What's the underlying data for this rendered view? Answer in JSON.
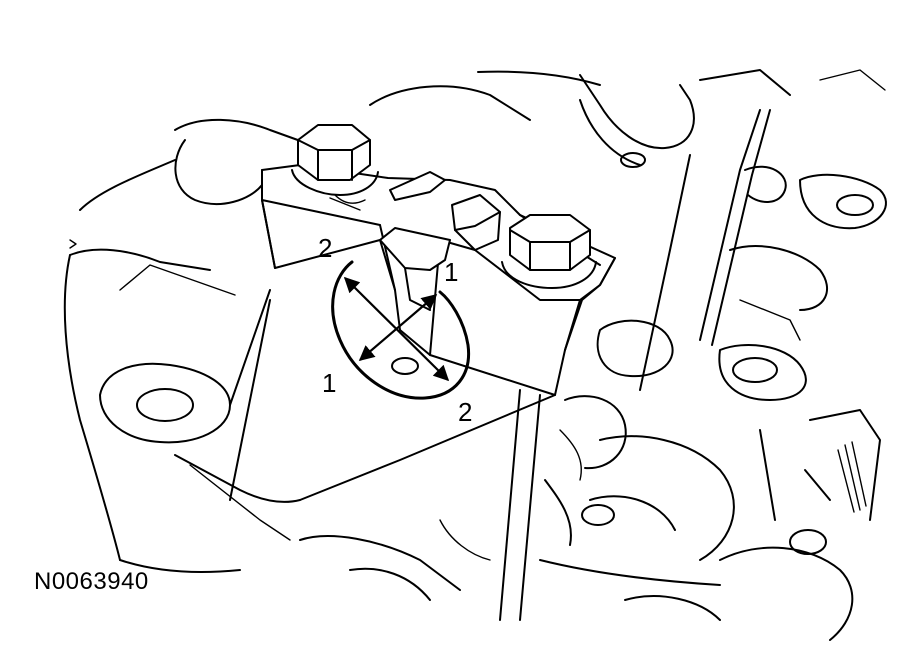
{
  "figure": {
    "id": "N0063940",
    "callouts": {
      "top_left": "2",
      "top_right": "1",
      "bottom_left": "1",
      "bottom_right": "2"
    }
  }
}
